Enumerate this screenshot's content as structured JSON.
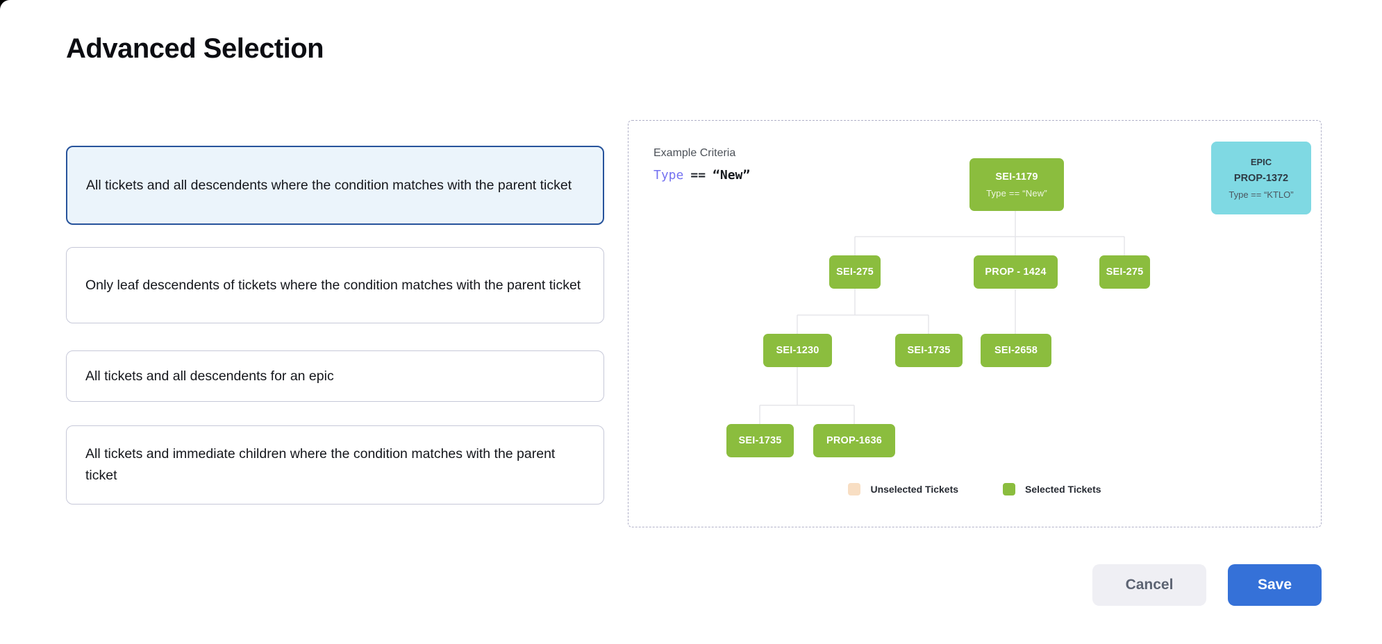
{
  "title": "Advanced Selection",
  "options": [
    {
      "label": "All tickets and all descendents where the condition matches with the parent ticket",
      "selected": true
    },
    {
      "label": "Only leaf descendents of tickets where the condition matches with the parent ticket",
      "selected": false
    },
    {
      "label": "All tickets and all descendents for an epic",
      "selected": false
    },
    {
      "label": "All tickets and immediate children where the condition matches with the parent ticket",
      "selected": false
    }
  ],
  "panel": {
    "example_heading": "Example Criteria",
    "criteria": {
      "field": "Type",
      "operator": "==",
      "value": "“New”"
    },
    "epic_card": {
      "type_label": "EPIC",
      "ticket_id": "PROP-1372",
      "criteria": "Type == “KTLO”"
    },
    "tree": {
      "root": {
        "id": "SEI-1179",
        "criteria": "Type == “New”"
      },
      "nodes": [
        {
          "id": "SEI-275"
        },
        {
          "id": "PROP - 1424"
        },
        {
          "id": "SEI-275"
        },
        {
          "id": "SEI-1230"
        },
        {
          "id": "SEI-1735"
        },
        {
          "id": "SEI-2658"
        },
        {
          "id": "SEI-1735"
        },
        {
          "id": "PROP-1636"
        }
      ]
    },
    "legend": {
      "items": [
        {
          "label": "Unselected Tickets",
          "color": "#f8dec3"
        },
        {
          "label": "Selected Tickets",
          "color": "#8bbd3e"
        }
      ]
    }
  },
  "actions": {
    "cancel_label": "Cancel",
    "save_label": "Save"
  },
  "colors": {
    "selected_node": "#8bbd3e",
    "epic_card": "#7fd9e3",
    "selected_option_border": "#27539b",
    "selected_option_bg": "#ebf4fb",
    "save_button": "#3571d8",
    "criteria_field": "#7472f1",
    "connector": "#e5e5ea"
  }
}
